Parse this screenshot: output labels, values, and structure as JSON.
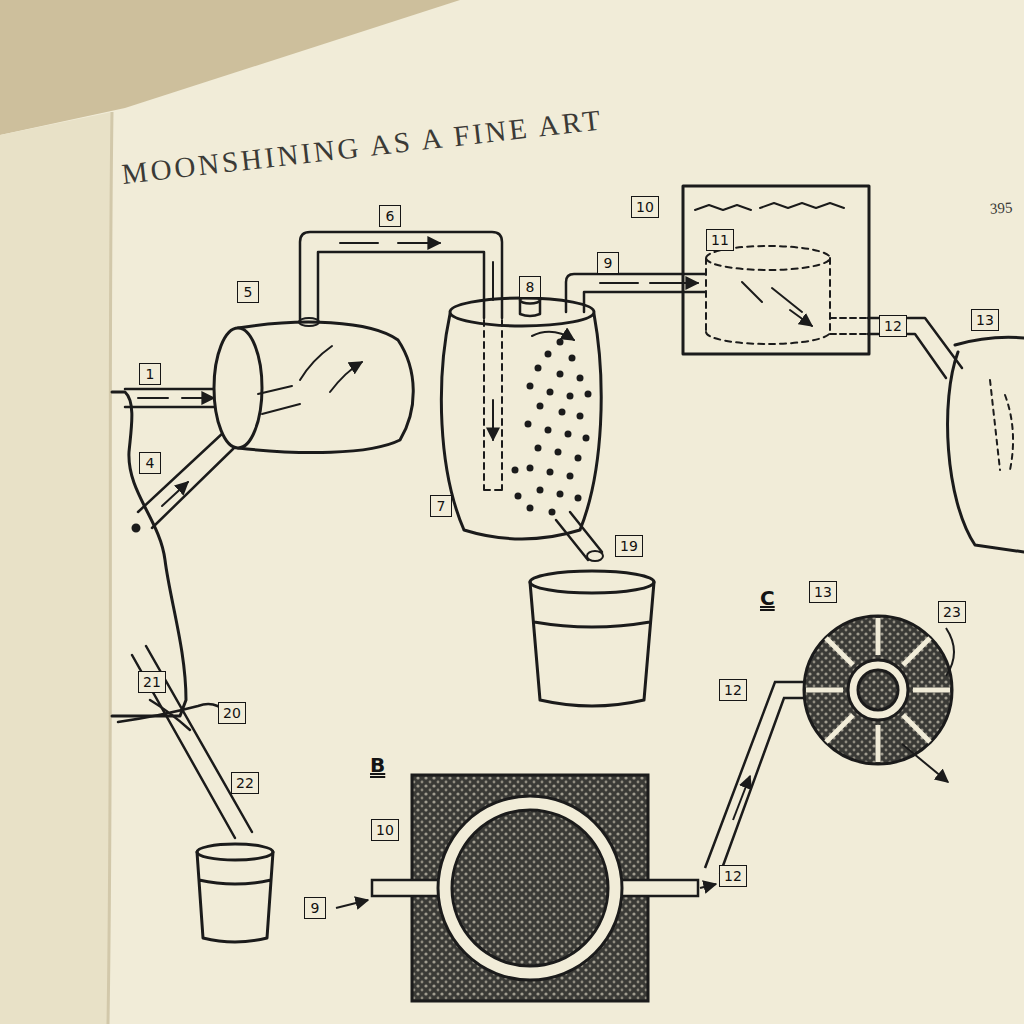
{
  "diagram": {
    "title": "MOONSHINING AS A FINE ART",
    "nodes": [
      {
        "text": [
          "10"
        ]
      },
      {
        "text": [
          "6"
        ]
      },
      {
        "text": [
          "11"
        ]
      },
      {
        "text": [
          "5"
        ]
      },
      {
        "text": [
          "8"
        ]
      },
      {
        "text": [
          "9"
        ]
      },
      {
        "text": [
          "13"
        ]
      },
      {
        "text": [
          "12"
        ]
      },
      {
        "text": [
          "1"
        ]
      },
      {
        "text": [
          "4"
        ]
      },
      {
        "text": [
          "7"
        ]
      },
      {
        "text": [
          "19"
        ]
      },
      {
        "text": [
          "13"
        ]
      },
      {
        "text": [
          "23"
        ]
      },
      {
        "text": [
          "21"
        ]
      },
      {
        "text": [
          "12"
        ]
      },
      {
        "text": [
          "20"
        ]
      },
      {
        "text": [
          "22"
        ]
      },
      {
        "text": [
          "10"
        ]
      },
      {
        "text": [
          "12"
        ]
      },
      {
        "text": [
          "9"
        ]
      }
    ],
    "labels": [
      "B",
      "C",
      "395"
    ]
  }
}
